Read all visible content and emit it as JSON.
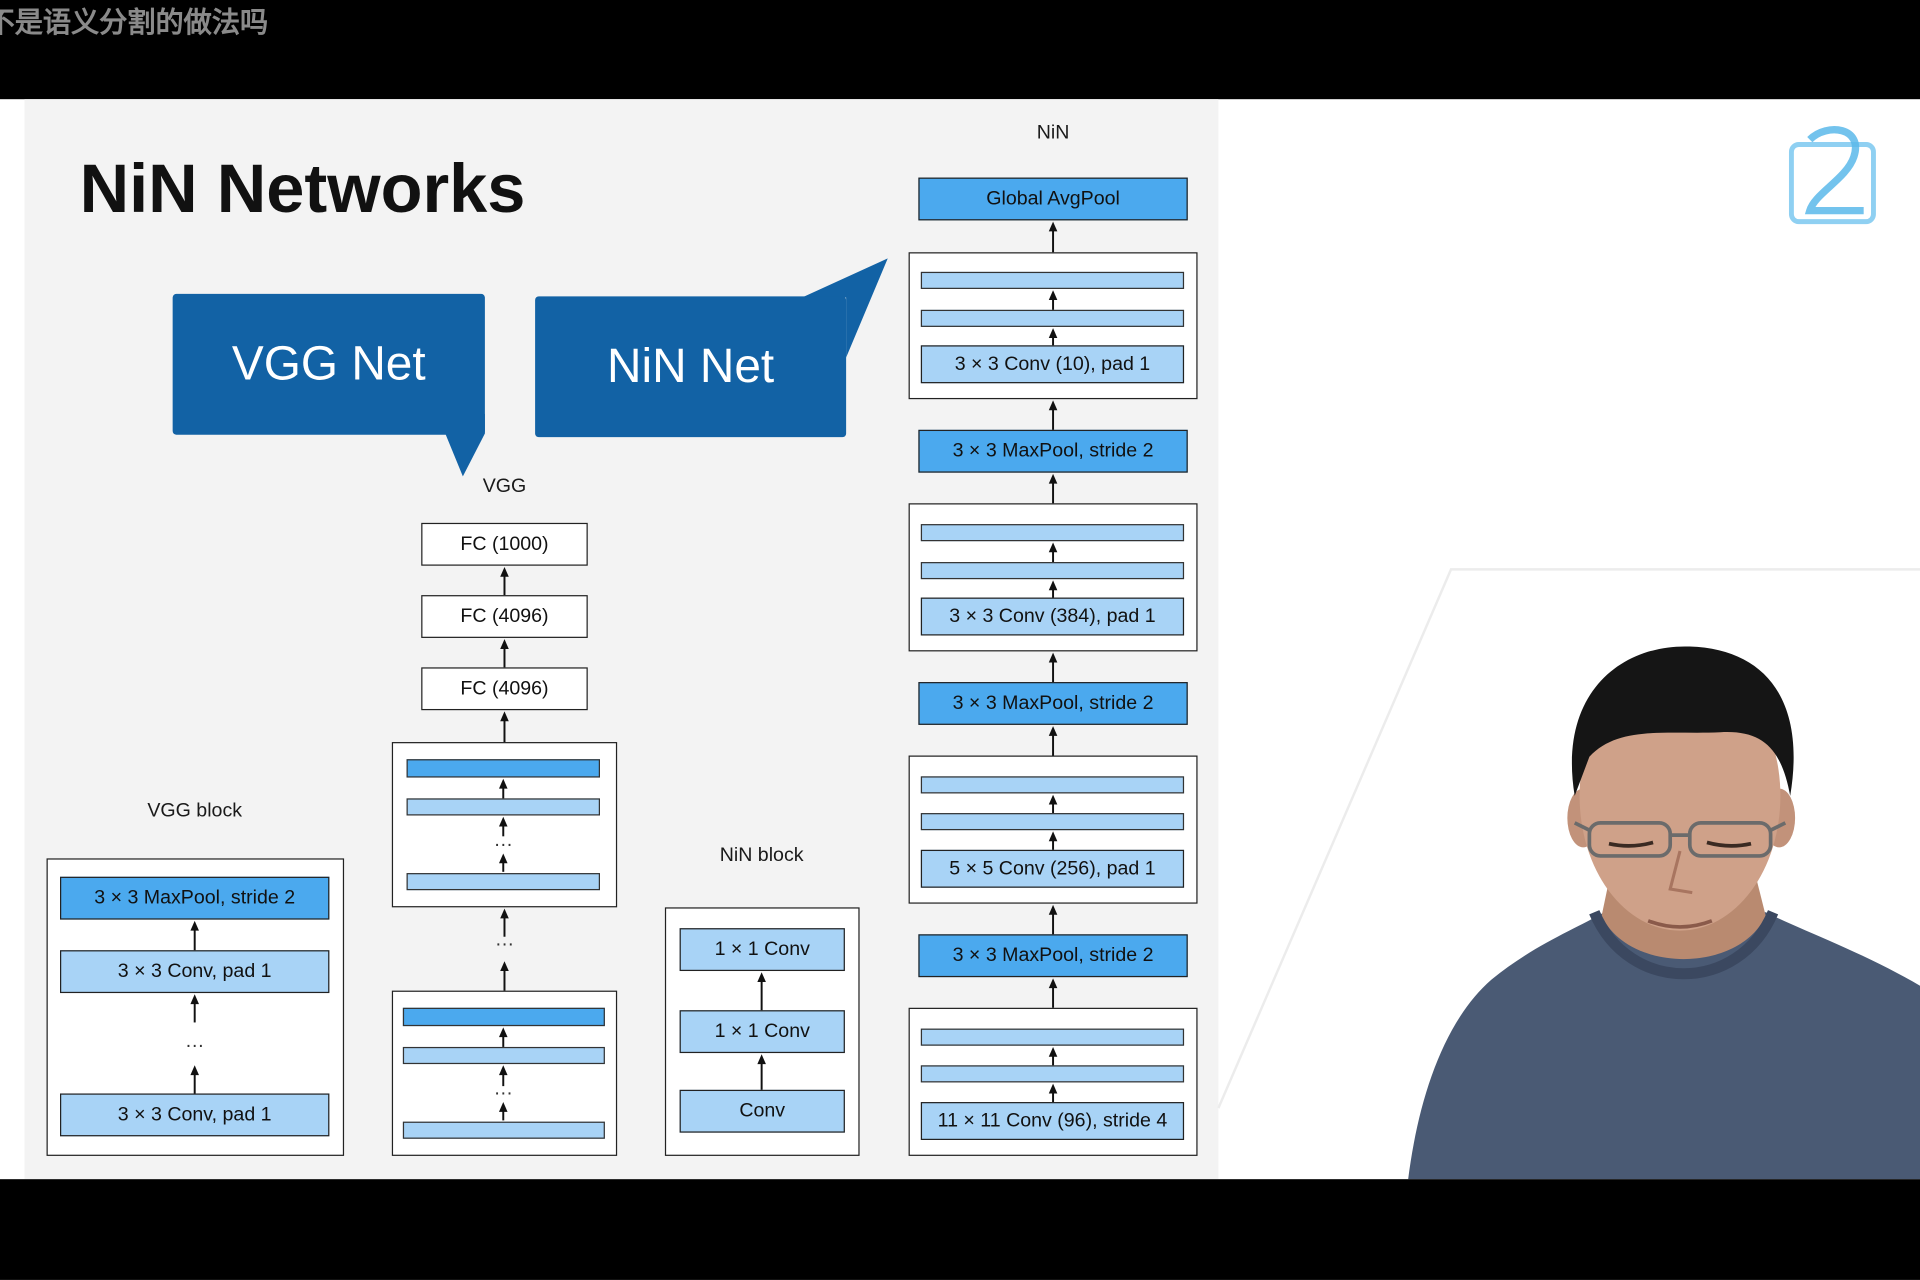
{
  "overlay_subtitle": "不是语义分割的做法吗",
  "colors": {
    "callout": "#1262a5",
    "pool": "#4ba9ee",
    "conv": "#a8d3f6",
    "slide_background": "#f3f3f3",
    "letterbox": "#000000"
  },
  "icons": {
    "watermark": "bilibili-logo-icon",
    "connector": "arrow-up-icon"
  },
  "slide": {
    "title": "NiN Networks",
    "callouts": {
      "vgg": "VGG Net",
      "nin": "NiN Net"
    },
    "vgg": {
      "label": "VGG",
      "fc_layers": [
        "FC (1000)",
        "FC (4096)",
        "FC (4096)"
      ],
      "ellipsis": "…"
    },
    "vgg_block": {
      "label": "VGG block",
      "layers": [
        "3 × 3 MaxPool, stride 2",
        "3 × 3 Conv, pad 1",
        "…",
        "3 × 3 Conv, pad 1"
      ]
    },
    "nin_block": {
      "label": "NiN block",
      "layers": [
        "1 × 1 Conv",
        "1 × 1 Conv",
        "Conv"
      ]
    },
    "nin": {
      "label": "NiN",
      "global_pool": "Global AvgPool",
      "pools": [
        "3 × 3 MaxPool, stride 2",
        "3 × 3 MaxPool, stride 2",
        "3 × 3 MaxPool, stride 2"
      ],
      "convs": [
        "3 × 3 Conv (10), pad 1",
        "3 × 3 Conv (384), pad 1",
        "5 × 5 Conv (256), pad 1",
        "11 × 11 Conv (96), stride 4"
      ]
    }
  }
}
